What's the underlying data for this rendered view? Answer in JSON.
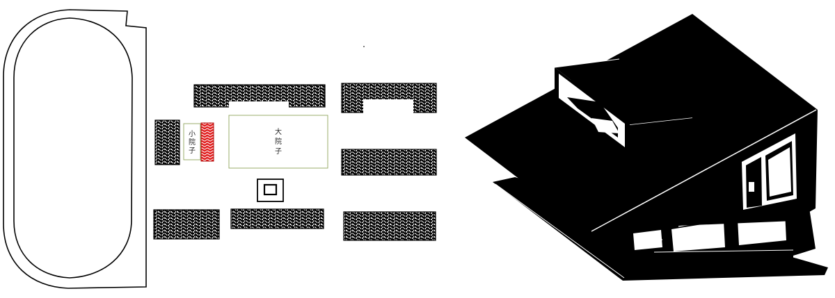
{
  "labels": {
    "small_courtyard": [
      "小",
      "院",
      "子"
    ],
    "big_courtyard": [
      "大",
      "院",
      "子"
    ]
  },
  "colors": {
    "ink": "#000000",
    "highlight": "#e01b1b",
    "courtyard_outline": "#8fa35a",
    "paper": "#ffffff"
  },
  "icons": {
    "small_pavilion": "square-pavilion-icon"
  }
}
